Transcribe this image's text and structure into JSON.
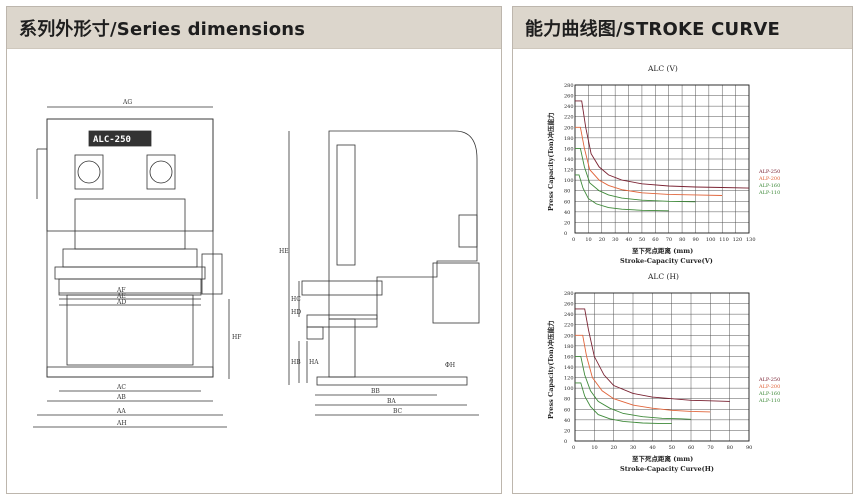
{
  "left_panel": {
    "title": "系列外形寸/Series dimensions"
  },
  "right_panel": {
    "title": "能力曲线图/STROKE CURVE"
  },
  "drawing": {
    "nameplate": "ALC-250",
    "front_labels": [
      "AG",
      "AF",
      "AE",
      "AD",
      "AC",
      "AB",
      "AA",
      "AH",
      "HF"
    ],
    "side_labels": [
      "HE",
      "HC",
      "HD",
      "HB",
      "HA",
      "BB",
      "BA",
      "BC",
      "ΦH"
    ]
  },
  "chart_data": [
    {
      "type": "line",
      "title": "ALC (V)",
      "xlabel": "至下死点距离 (mm)",
      "xlabel2": "Stroke-Capacity Curve(V)",
      "ylabel": "Press Capacity(Ton)冲压能力",
      "xlim": [
        0,
        130
      ],
      "ylim": [
        0,
        280
      ],
      "x_ticks": [
        0,
        10,
        20,
        30,
        40,
        50,
        60,
        70,
        80,
        90,
        100,
        110,
        120,
        130
      ],
      "y_ticks": [
        0,
        20,
        40,
        60,
        80,
        100,
        120,
        140,
        160,
        180,
        200,
        220,
        240,
        260,
        280
      ],
      "grid": true,
      "legend_position": "right",
      "series": [
        {
          "name": "ALP-250",
          "color": "#7a2232",
          "x": [
            0,
            5,
            8,
            12,
            18,
            25,
            35,
            50,
            70,
            90,
            110,
            130
          ],
          "y": [
            250,
            250,
            200,
            150,
            125,
            110,
            100,
            93,
            89,
            87,
            86,
            85
          ]
        },
        {
          "name": "ALP-200",
          "color": "#e0643a",
          "x": [
            0,
            4,
            7,
            11,
            18,
            25,
            35,
            50,
            70,
            90,
            110
          ],
          "y": [
            200,
            200,
            160,
            120,
            100,
            90,
            82,
            76,
            73,
            72,
            71
          ]
        },
        {
          "name": "ALP-160",
          "color": "#3f8a3a",
          "x": [
            0,
            4,
            7,
            11,
            18,
            25,
            35,
            50,
            70,
            90
          ],
          "y": [
            160,
            160,
            125,
            95,
            80,
            72,
            66,
            62,
            60,
            59
          ]
        },
        {
          "name": "ALP-110",
          "color": "#3f8a3a",
          "x": [
            0,
            3,
            6,
            10,
            16,
            25,
            35,
            50,
            70
          ],
          "y": [
            110,
            110,
            85,
            65,
            55,
            48,
            45,
            43,
            42
          ]
        }
      ]
    },
    {
      "type": "line",
      "title": "ALC (H)",
      "xlabel": "至下死点距离 (mm)",
      "xlabel2": "Stroke-Capacity Curve(H)",
      "ylabel": "Press Capacity(Ton)冲压能力",
      "xlim": [
        0,
        90
      ],
      "ylim": [
        0,
        280
      ],
      "x_ticks": [
        0,
        10,
        20,
        30,
        40,
        50,
        60,
        70,
        80,
        90
      ],
      "y_ticks": [
        0,
        20,
        40,
        60,
        80,
        100,
        120,
        140,
        160,
        180,
        200,
        220,
        240,
        260,
        280
      ],
      "grid": true,
      "legend_position": "right",
      "series": [
        {
          "name": "ALP-250",
          "color": "#7a2232",
          "x": [
            0,
            5,
            7,
            10,
            15,
            20,
            30,
            40,
            50,
            60,
            70,
            80
          ],
          "y": [
            250,
            250,
            210,
            160,
            125,
            105,
            90,
            83,
            80,
            77,
            76,
            75
          ]
        },
        {
          "name": "ALP-200",
          "color": "#e0643a",
          "x": [
            0,
            4,
            6,
            9,
            14,
            20,
            30,
            40,
            50,
            60,
            70
          ],
          "y": [
            200,
            200,
            160,
            120,
            95,
            80,
            68,
            62,
            58,
            56,
            55
          ]
        },
        {
          "name": "ALP-160",
          "color": "#3f8a3a",
          "x": [
            0,
            3,
            5,
            8,
            12,
            18,
            25,
            35,
            45,
            55,
            60
          ],
          "y": [
            160,
            160,
            125,
            95,
            75,
            62,
            52,
            46,
            43,
            42,
            41
          ]
        },
        {
          "name": "ALP-110",
          "color": "#3f8a3a",
          "x": [
            0,
            3,
            5,
            8,
            12,
            18,
            25,
            35,
            45,
            50
          ],
          "y": [
            110,
            110,
            85,
            65,
            50,
            42,
            37,
            34,
            33,
            33
          ]
        }
      ]
    }
  ]
}
